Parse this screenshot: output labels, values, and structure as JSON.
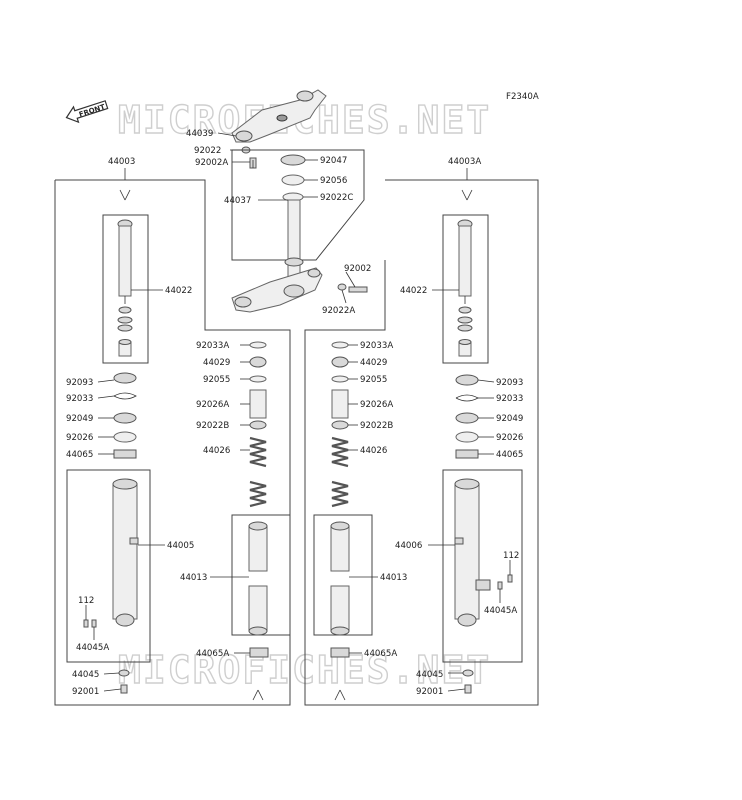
{
  "diagram_code": "F2340A",
  "front_label": "FRONT",
  "watermark": "MICROFICHES.NET",
  "labels": {
    "44003": "44003",
    "44003A": "44003A",
    "44039": "44039",
    "92022": "92022",
    "92002A": "92002A",
    "92047": "92047",
    "92056": "92056",
    "44037": "44037",
    "92022C": "92022C",
    "92002": "92002",
    "92022A": "92022A",
    "44022": "44022",
    "92033A": "92033A",
    "44029": "44029",
    "92055": "92055",
    "92026A": "92026A",
    "92022B": "92022B",
    "44026": "44026",
    "92093": "92093",
    "92033": "92033",
    "92049": "92049",
    "92026": "92026",
    "44065": "44065",
    "44005": "44005",
    "44006": "44006",
    "44013": "44013",
    "112": "112",
    "44045A": "44045A",
    "44065A": "44065A",
    "44045": "44045",
    "92001": "92001"
  }
}
